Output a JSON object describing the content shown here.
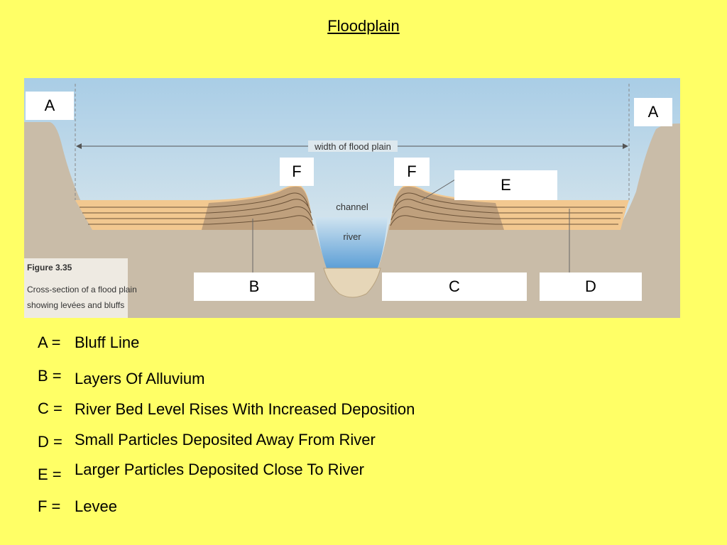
{
  "title": "Floodplain",
  "diagram": {
    "width_label": "width of flood plain",
    "channel_label": "channel",
    "river_label": "river",
    "figure_number": "Figure 3.35",
    "caption_line1": "Cross-section of a flood plain",
    "caption_line2": "showing levées and bluffs",
    "box_labels": {
      "a_left": "A",
      "a_right": "A",
      "f_left": "F",
      "f_right": "F",
      "e": "E",
      "b": "B",
      "c": "C",
      "d": "D"
    },
    "colors": {
      "sky_top": "#a9cde6",
      "sky_bottom": "#e8eef0",
      "ground": "#c9bca8",
      "sediment_light": "#f2c890",
      "sediment_dark": "#bfa07d",
      "water": "#7fb2dc",
      "background": "#ffff66"
    }
  },
  "legend": [
    {
      "key": "A =",
      "value": "Bluff Line"
    },
    {
      "key": "B =",
      "value": "Layers Of Alluvium"
    },
    {
      "key": "C =",
      "value": "River Bed Level Rises With Increased Deposition"
    },
    {
      "key": "D =",
      "value": "Small Particles Deposited Away From River"
    },
    {
      "key": "E =",
      "value": "Larger Particles Deposited Close To River"
    },
    {
      "key": "F =",
      "value": "Levee"
    }
  ]
}
